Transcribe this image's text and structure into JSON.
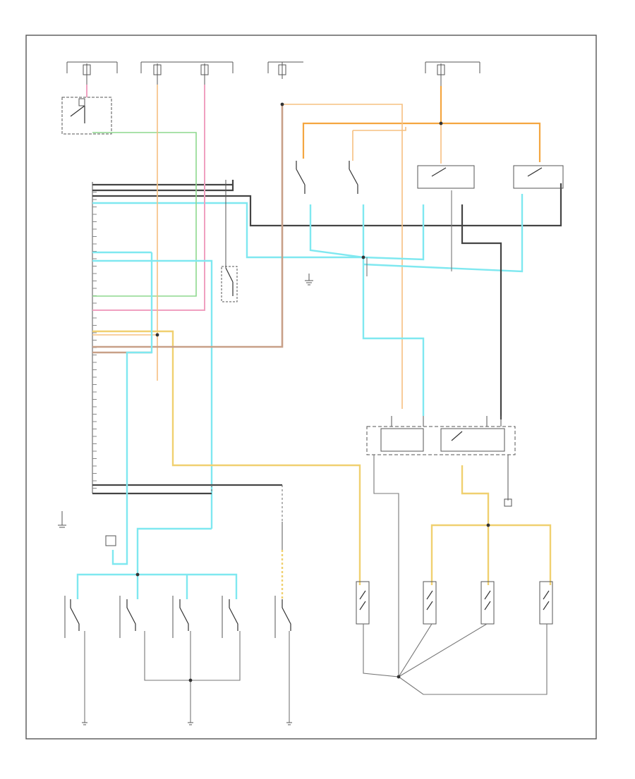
{
  "diagram": {
    "corner_label": "",
    "components": {
      "module_box": {
        "label": ""
      },
      "door_switches": [
        {
          "id": "left-front-door-switch",
          "label": ""
        },
        {
          "id": "right-front-door-switch",
          "label": ""
        },
        {
          "id": "left-rear-door-switch",
          "label": ""
        },
        {
          "id": "right-rear-door-switch",
          "label": ""
        }
      ],
      "courtesy_lamps": [
        {
          "id": "left-front-courtesy-lamp",
          "label": ""
        },
        {
          "id": "right-front-courtesy-lamp",
          "label": ""
        },
        {
          "id": "left-rear-courtesy-lamp",
          "label": ""
        },
        {
          "id": "right-rear-courtesy-lamp",
          "label": ""
        }
      ],
      "relay_box": {
        "label": ""
      },
      "dome_lamps": [
        {
          "id": "left-dome-lamp",
          "label": ""
        },
        {
          "id": "center-dome-lamp",
          "label": ""
        },
        {
          "id": "right-dome-lamp",
          "label": ""
        },
        {
          "id": "rear-dome-lamp",
          "label": ""
        }
      ],
      "lower_switches": [
        {
          "id": "lower-switch-1",
          "label": ""
        },
        {
          "id": "lower-switch-2",
          "label": ""
        },
        {
          "id": "lower-switch-3",
          "label": ""
        },
        {
          "id": "lower-switch-4",
          "label": ""
        },
        {
          "id": "lower-switch-5",
          "label": ""
        }
      ]
    },
    "wire_colors": {
      "black": "#333333",
      "orange": "#f4a640",
      "pink": "#f0a0c0",
      "green": "#8ed88e",
      "light_blue": "#7fe8f0",
      "brown": "#c8a088",
      "yellow": "#f0d070",
      "tan": "#e8c898",
      "gray": "#777777"
    }
  }
}
